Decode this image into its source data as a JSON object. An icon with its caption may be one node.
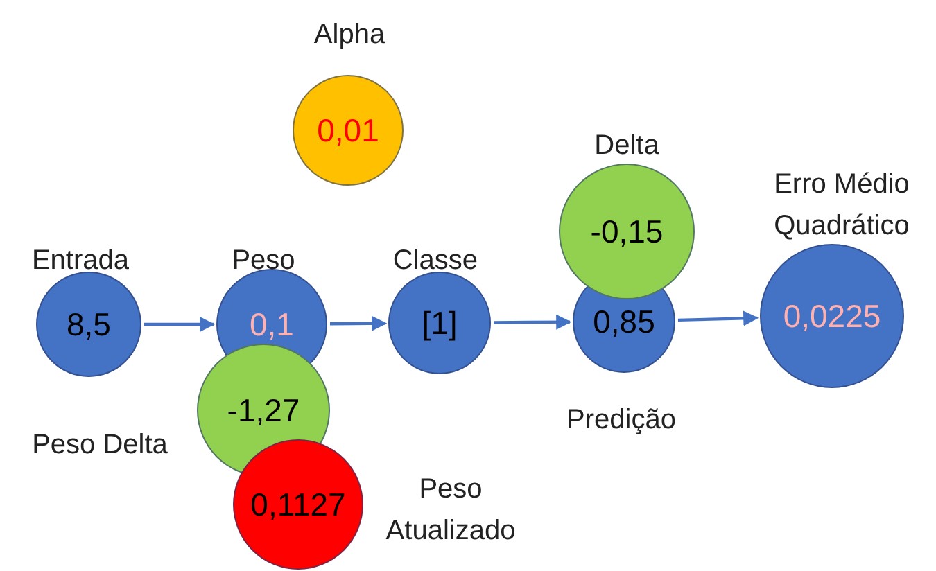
{
  "diagram": {
    "nodes": [
      {
        "text": [
          "Alpha",
          "0,01"
        ]
      },
      {
        "text": [
          "Entrada",
          "8,5"
        ]
      },
      {
        "text": [
          "Peso",
          "0,1"
        ]
      },
      {
        "text": [
          "Classe",
          "[1]"
        ]
      },
      {
        "text": [
          "Delta",
          "-0,15"
        ]
      },
      {
        "text": [
          "0,85",
          "Predição"
        ]
      },
      {
        "text": [
          "Erro Médio Quadrático",
          "0,0225"
        ]
      },
      {
        "text": [
          "Peso Delta",
          "-1,27"
        ]
      },
      {
        "text": [
          "0,1127",
          "Peso Atualizado"
        ]
      }
    ],
    "edges": [
      {
        "from": 1,
        "to": 2,
        "arrow": "to"
      },
      {
        "from": 2,
        "to": 3,
        "arrow": "to"
      },
      {
        "from": 3,
        "to": 5,
        "arrow": "to"
      },
      {
        "from": 5,
        "to": 6,
        "arrow": "to"
      }
    ]
  }
}
